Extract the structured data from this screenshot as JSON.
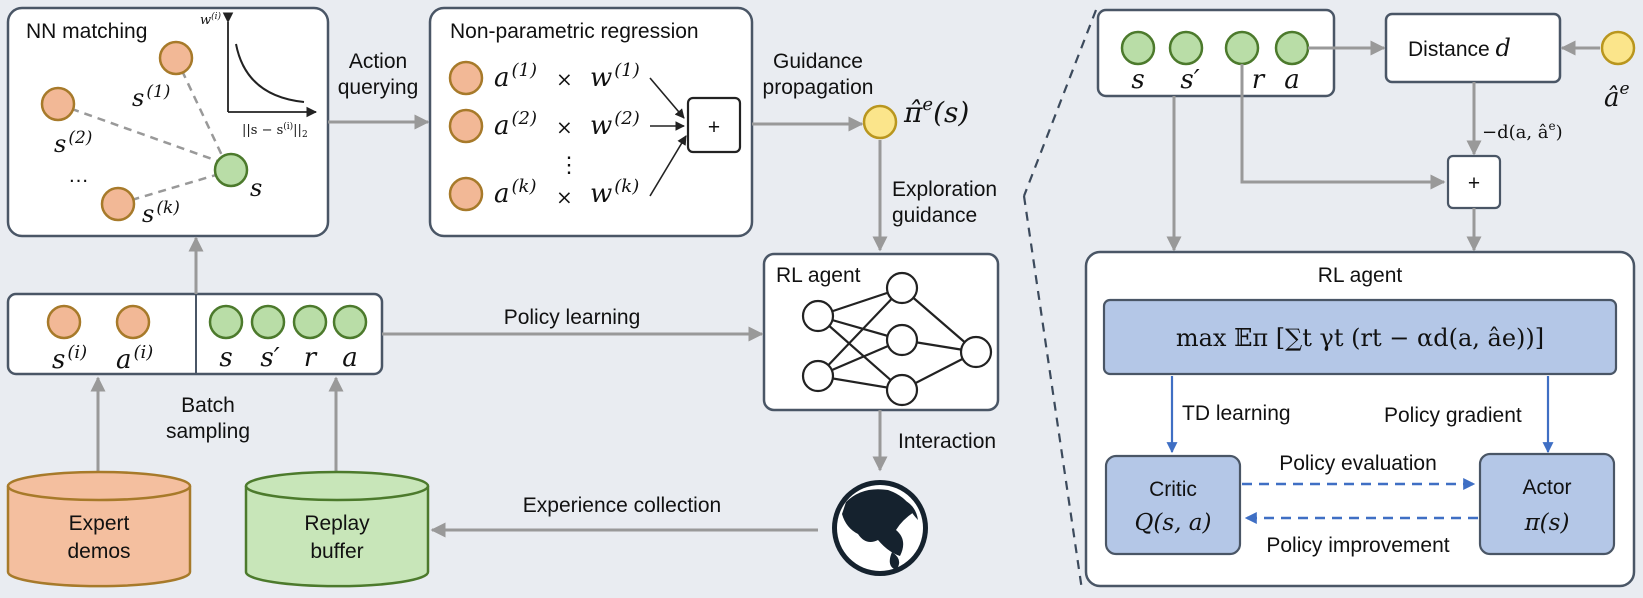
{
  "nn_matching": {
    "title": "NN matching",
    "s1": "s",
    "s1_sup": "(1)",
    "s2": "s",
    "s2_sup": "(2)",
    "sk": "s",
    "sk_sup": "(k)",
    "ellipsis": "…",
    "s": "s",
    "inset_y_label": "w",
    "inset_y_sup": "(i)",
    "inset_x_label": "||s − s",
    "inset_x_sup": "(i)",
    "inset_x_tail": "||",
    "inset_x_sub": "2"
  },
  "action_querying": [
    "Action",
    "querying"
  ],
  "regression": {
    "title": "Non-parametric regression",
    "rows": [
      {
        "a": "a",
        "a_sup": "(1)",
        "times": "×",
        "w": "w",
        "w_sup": "(1)"
      },
      {
        "a": "a",
        "a_sup": "(2)",
        "times": "×",
        "w": "w",
        "w_sup": "(2)"
      },
      {
        "a": "a",
        "a_sup": "(k)",
        "times": "×",
        "w": "w",
        "w_sup": "(k)"
      }
    ],
    "vdots": "⋮",
    "plus": "+"
  },
  "guidance_propagation": [
    "Guidance",
    "propagation"
  ],
  "pi_e": {
    "pi": "π̂",
    "sup": "e",
    "arg": "(s)"
  },
  "exploration_guidance": [
    "Exploration",
    "guidance"
  ],
  "rl_agent_left": "RL agent",
  "batch": {
    "s_i": "s",
    "s_i_sup": "(i)",
    "a_i": "a",
    "a_i_sup": "(i)",
    "s": "s",
    "s_prime": "s′",
    "r": "r",
    "a": "a"
  },
  "batch_sampling": [
    "Batch",
    "sampling"
  ],
  "policy_learning": "Policy learning",
  "interaction": "Interaction",
  "experience_collection": "Experience collection",
  "expert_demos": [
    "Expert",
    "demos"
  ],
  "replay_buffer": [
    "Replay",
    "buffer"
  ],
  "right_panel": {
    "tuple": {
      "s": "s",
      "s_prime": "s′",
      "r": "r",
      "a": "a"
    },
    "distance_label": "Distance ",
    "distance_var": "d",
    "a_hat": "â",
    "a_hat_sup": "e",
    "neg_d": "−d(a, â",
    "neg_d_sup": "e",
    "neg_d_tail": ")",
    "plus": "+",
    "rl_agent": "RL agent",
    "objective": "max 𝔼π [∑t γt (rt − αd(a, âe))]",
    "td_learning": "TD learning",
    "policy_gradient": "Policy gradient",
    "critic": {
      "title": "Critic",
      "formula": "Q(s, a)"
    },
    "actor": {
      "title": "Actor",
      "formula": "π(s)"
    },
    "policy_evaluation": "Policy evaluation",
    "policy_improvement": "Policy improvement"
  },
  "colors": {
    "orange_node": "#f2b896",
    "green_node": "#b9dda7",
    "yellow_node": "#fbe58b",
    "blue_box": "#b4c7e7",
    "blue_arrow": "#3f6fc4",
    "expert_cylinder": "#f4bf9f",
    "replay_cylinder": "#c8e6b9"
  },
  "icons": [
    "globe-icon",
    "neural-network-icon"
  ]
}
